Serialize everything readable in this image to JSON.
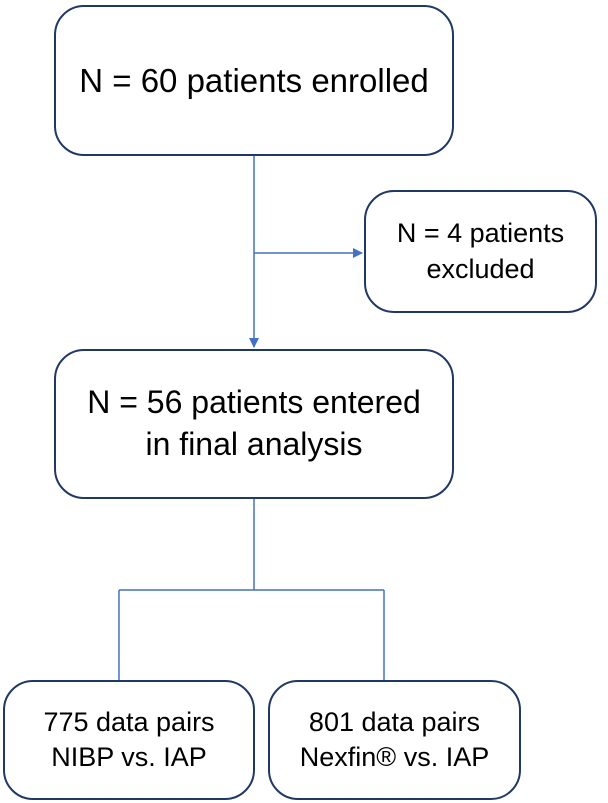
{
  "colors": {
    "box_border": "#1f3864",
    "connector": "#4472c4",
    "text": "#000000"
  },
  "nodes": {
    "enrolled": {
      "lines": [
        "N = 60 patients enrolled"
      ]
    },
    "excluded": {
      "lines": [
        "N = 4 patients",
        "excluded"
      ]
    },
    "final": {
      "lines": [
        "N = 56 patients entered",
        "in final analysis"
      ]
    },
    "nibp": {
      "lines": [
        "775 data pairs",
        "NIBP vs. IAP"
      ]
    },
    "nexfin": {
      "lines": [
        "801 data pairs",
        "Nexfin® vs. IAP"
      ]
    }
  },
  "edges": [
    {
      "from": "enrolled",
      "to": "final",
      "arrow": true
    },
    {
      "from": "enrolled",
      "to": "excluded",
      "arrow": true
    },
    {
      "from": "final",
      "to": "nibp",
      "arrow": false
    },
    {
      "from": "final",
      "to": "nexfin",
      "arrow": false
    }
  ]
}
